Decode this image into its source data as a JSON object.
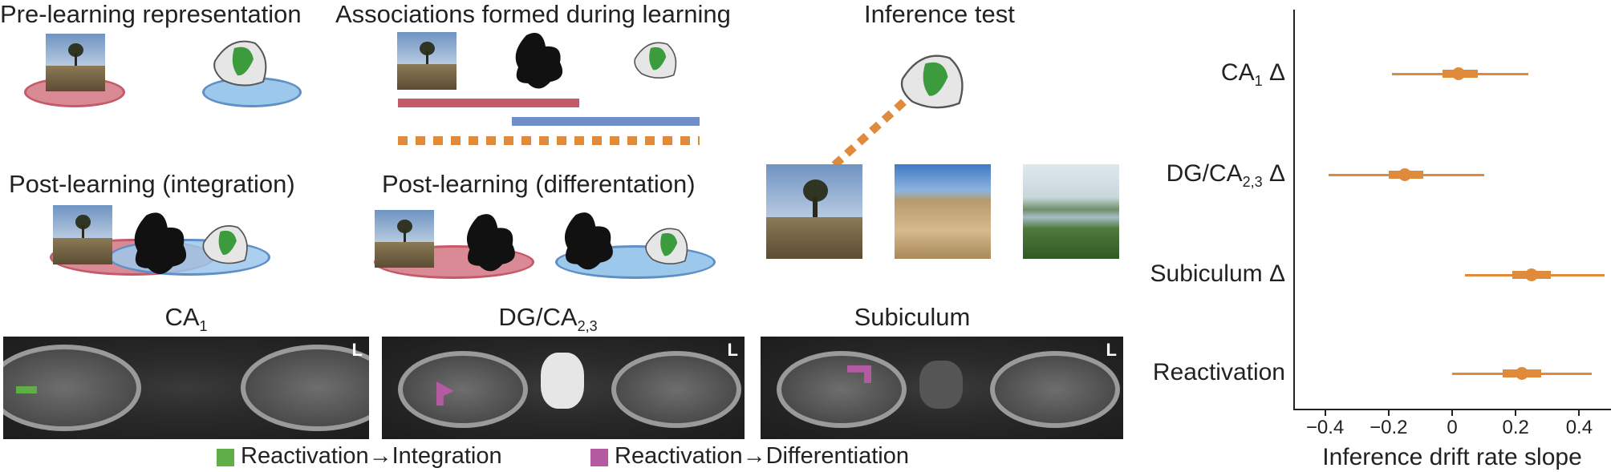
{
  "panels": {
    "pre_learning": "Pre-learning representation",
    "associations": "Associations formed during learning",
    "inference_test": "Inference test",
    "post_integration": "Post-learning (integration)",
    "post_differentiation": "Post-learning (differentation)"
  },
  "brain_titles": {
    "ca1_main": "CA",
    "ca1_sub": "1",
    "dg_main": "DG/CA",
    "dg_sub": "2,3",
    "subiculum": "Subiculum"
  },
  "l_marker": "L",
  "legend": {
    "integration_a": "Reactivation",
    "integration_arrow": "→",
    "integration_b": "Integration",
    "differentiation_a": "Reactivation",
    "differentiation_arrow": "→",
    "differentiation_b": "Differentiation"
  },
  "colors": {
    "pink": "#d0707c",
    "blue": "#8ab8e0",
    "orange": "#e08a3c",
    "green": "#5fae48",
    "magenta": "#b45aa0"
  },
  "chart_data": {
    "type": "scatter",
    "title": "",
    "xlabel": "Inference drift rate slope",
    "ylabel": "",
    "xlim": [
      -0.5,
      0.5
    ],
    "xticks": [
      "−0.4",
      "−0.2",
      "0",
      "0.2",
      "0.4"
    ],
    "xtick_values": [
      -0.4,
      -0.2,
      0,
      0.2,
      0.4
    ],
    "rows": [
      {
        "label_main": "CA",
        "label_sub": "1",
        "label_tail": " Δ",
        "median": 0.02,
        "inner": [
          -0.03,
          0.08
        ],
        "outer": [
          -0.19,
          0.24
        ]
      },
      {
        "label_main": "DG/CA",
        "label_sub": "2,3",
        "label_tail": " Δ",
        "median": -0.15,
        "inner": [
          -0.2,
          -0.09
        ],
        "outer": [
          -0.39,
          0.1
        ]
      },
      {
        "label_main": "Subiculum Δ",
        "label_sub": "",
        "label_tail": "",
        "median": 0.25,
        "inner": [
          0.19,
          0.31
        ],
        "outer": [
          0.04,
          0.48
        ]
      },
      {
        "label_main": "Reactivation",
        "label_sub": "",
        "label_tail": "",
        "median": 0.22,
        "inner": [
          0.16,
          0.28
        ],
        "outer": [
          0.0,
          0.44
        ]
      }
    ]
  }
}
